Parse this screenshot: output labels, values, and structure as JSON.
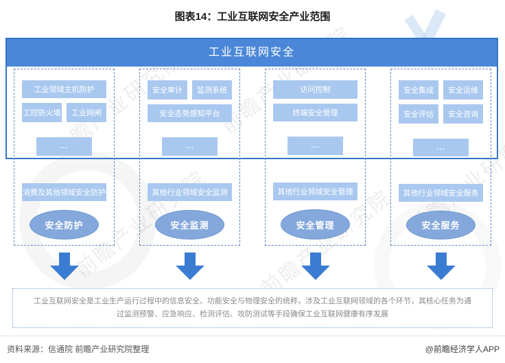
{
  "title": "图表14：工业互联网安全产业范围",
  "header": "工业互联网安全",
  "columns": [
    {
      "cells": [
        "工业领域主机防护",
        "工控防火墙",
        "工业网闸",
        "..."
      ],
      "label": "消费及其他领域安全防护",
      "ellipse": "安全防护"
    },
    {
      "cells": [
        "安全审计",
        "监测系统",
        "安全态势感知平台",
        "..."
      ],
      "label": "其他行业领域安全监测",
      "ellipse": "安全监测"
    },
    {
      "cells": [
        "访问控制",
        "终端安全管理",
        "..."
      ],
      "label": "其他行业领域安全管理",
      "ellipse": "安全管理"
    },
    {
      "cells": [
        "安全集成",
        "安全运维",
        "安全评估",
        "安全咨询",
        "..."
      ],
      "label": "其他行业领域安全服务",
      "ellipse": "安全服务"
    }
  ],
  "summary": "工业互联网安全是工业生产运行过程中的信息安全、功能安全与物理安全的统称，涉及工业互联网领域的各个环节，其核心任务为通过监测预警、应急响应、检测评估、攻防测试等手段确保工业互联网健康有序发展",
  "footer": {
    "source": "资料来源：信通院 前瞻产业研究院整理",
    "brand": "@前瞻经济学人APP"
  },
  "watermark": "前瞻产业研究院",
  "colors": {
    "header_bg": "#4a87d8",
    "outer_border": "#3474c4",
    "dashed_border": "#5f86c2",
    "box_bg": "#a9c8ef",
    "ellipse_bg": "#84a8db",
    "arrow": "#3b7cd3",
    "summary_text": "#8a8a8a"
  }
}
